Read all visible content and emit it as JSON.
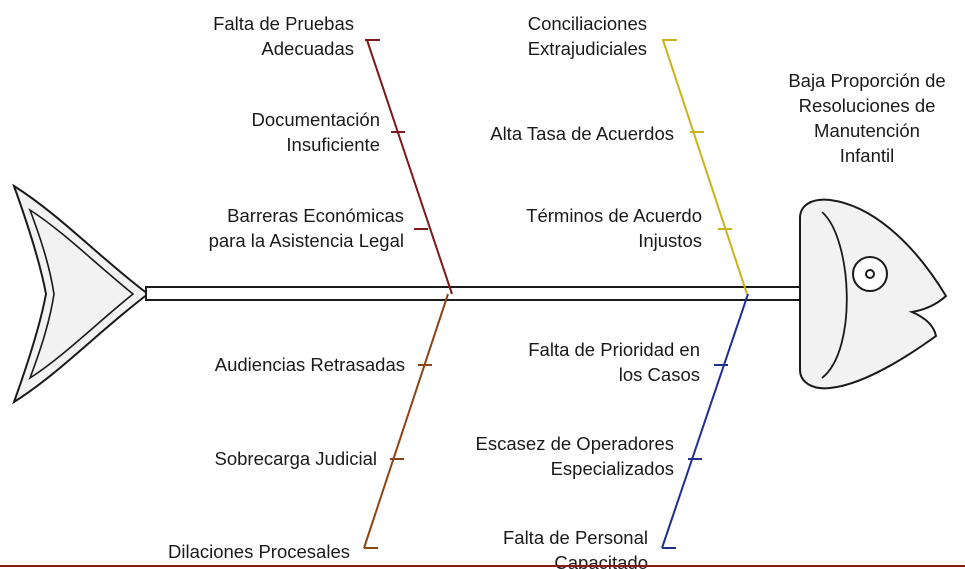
{
  "effect": {
    "lines": [
      "Baja Proporción de",
      "Resoluciones de",
      "Manutención",
      "Infantil"
    ]
  },
  "categories": [
    {
      "id": "top-left",
      "color": "#7a1a1a",
      "causes": [
        {
          "lines": [
            "Falta de Pruebas",
            "Adecuadas"
          ]
        },
        {
          "lines": [
            "Documentación",
            "Insuficiente"
          ]
        },
        {
          "lines": [
            "Barreras Económicas",
            "para la Asistencia Legal"
          ]
        }
      ]
    },
    {
      "id": "top-right",
      "color": "#c9b21a",
      "causes": [
        {
          "lines": [
            "Conciliaciones",
            "Extrajudiciales"
          ]
        },
        {
          "lines": [
            "Alta Tasa de Acuerdos"
          ]
        },
        {
          "lines": [
            "Términos de Acuerdo",
            "Injustos"
          ]
        }
      ]
    },
    {
      "id": "bottom-left",
      "color": "#8b4513",
      "causes": [
        {
          "lines": [
            "Audiencias Retrasadas"
          ]
        },
        {
          "lines": [
            "Sobrecarga Judicial"
          ]
        },
        {
          "lines": [
            "Dilaciones Procesales"
          ]
        }
      ]
    },
    {
      "id": "bottom-right",
      "color": "#1f2f8a",
      "causes": [
        {
          "lines": [
            "Falta de Prioridad en",
            "los Casos"
          ]
        },
        {
          "lines": [
            "Escasez de Operadores",
            "Especializados"
          ]
        },
        {
          "lines": [
            "Falta de Personal",
            "Capacitado"
          ]
        }
      ]
    }
  ],
  "footer_line_color": "#8b1a1a"
}
